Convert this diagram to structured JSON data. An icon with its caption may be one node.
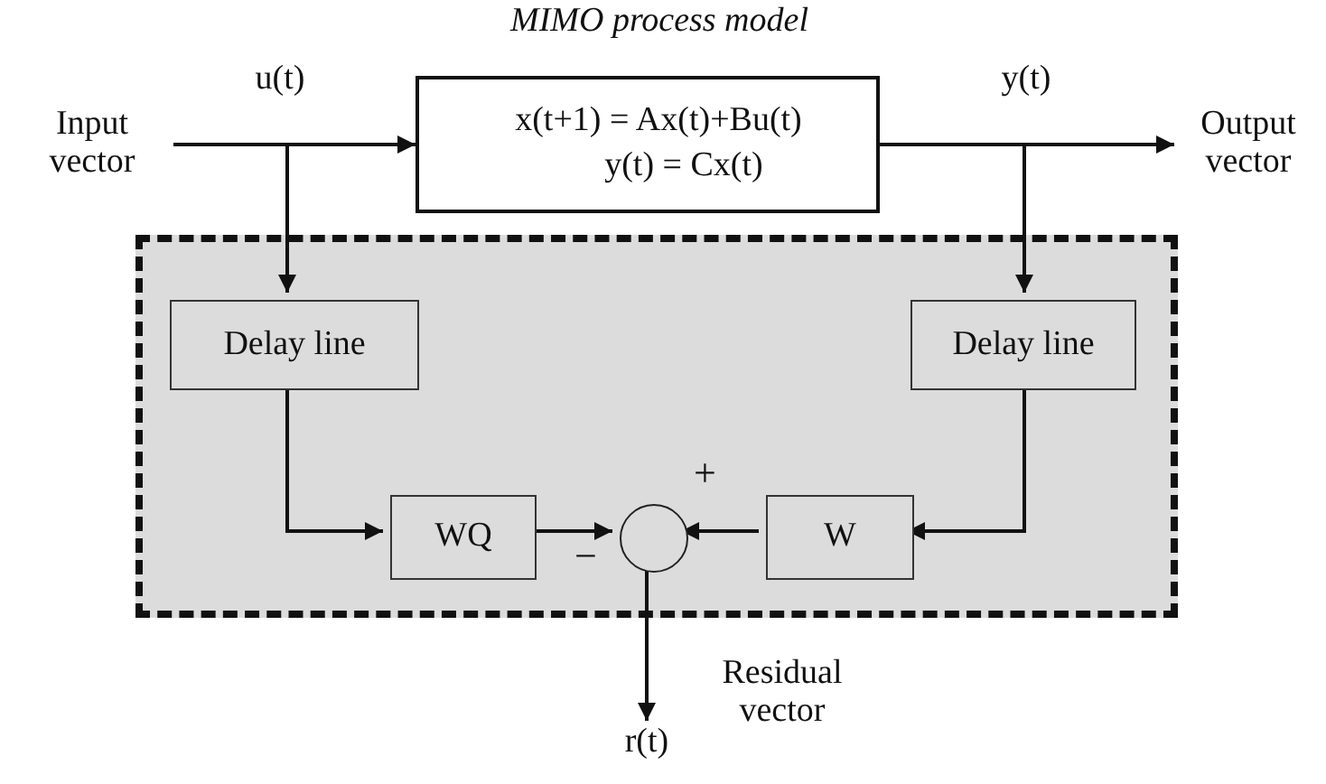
{
  "diagram": {
    "title": "MIMO process model",
    "nodes": [
      {
        "text": [
          "Input vector"
        ]
      },
      {
        "text": [
          "x(t+1) = Ax(t)+Bu(t)",
          "y(t) = Cx(t)"
        ]
      },
      {
        "text": [
          "Output vector"
        ]
      },
      {
        "text": [],
        "shape": "box"
      },
      {
        "text": [
          "Delay line"
        ],
        "in": 3
      },
      {
        "text": [
          "Delay line"
        ],
        "in": 3
      },
      {
        "text": [
          "WQ"
        ],
        "in": 3
      },
      {
        "text": [],
        "shape": "circle",
        "in": 3
      },
      {
        "text": [
          "W"
        ],
        "in": 3
      },
      {
        "text": [
          "r(t)"
        ]
      }
    ],
    "edges": [
      {
        "from": 0,
        "to": 1,
        "arrow": "to",
        "label": "u(t)"
      },
      {
        "from": 0,
        "to": 4,
        "arrow": "to"
      },
      {
        "from": 1,
        "to": 2,
        "arrow": "to",
        "label": "y(t)"
      },
      {
        "from": 1,
        "to": 5,
        "arrow": "to"
      },
      {
        "from": 4,
        "to": 6,
        "arrow": "to"
      },
      {
        "from": 6,
        "to": 7,
        "arrow": "to"
      },
      {
        "from": 8,
        "to": 7,
        "arrow": "to"
      },
      {
        "from": 5,
        "to": 8,
        "arrow": "to"
      },
      {
        "from": 7,
        "to": 9,
        "arrow": "to"
      }
    ],
    "labels": [
      "+",
      "−",
      "Residual vector"
    ]
  }
}
